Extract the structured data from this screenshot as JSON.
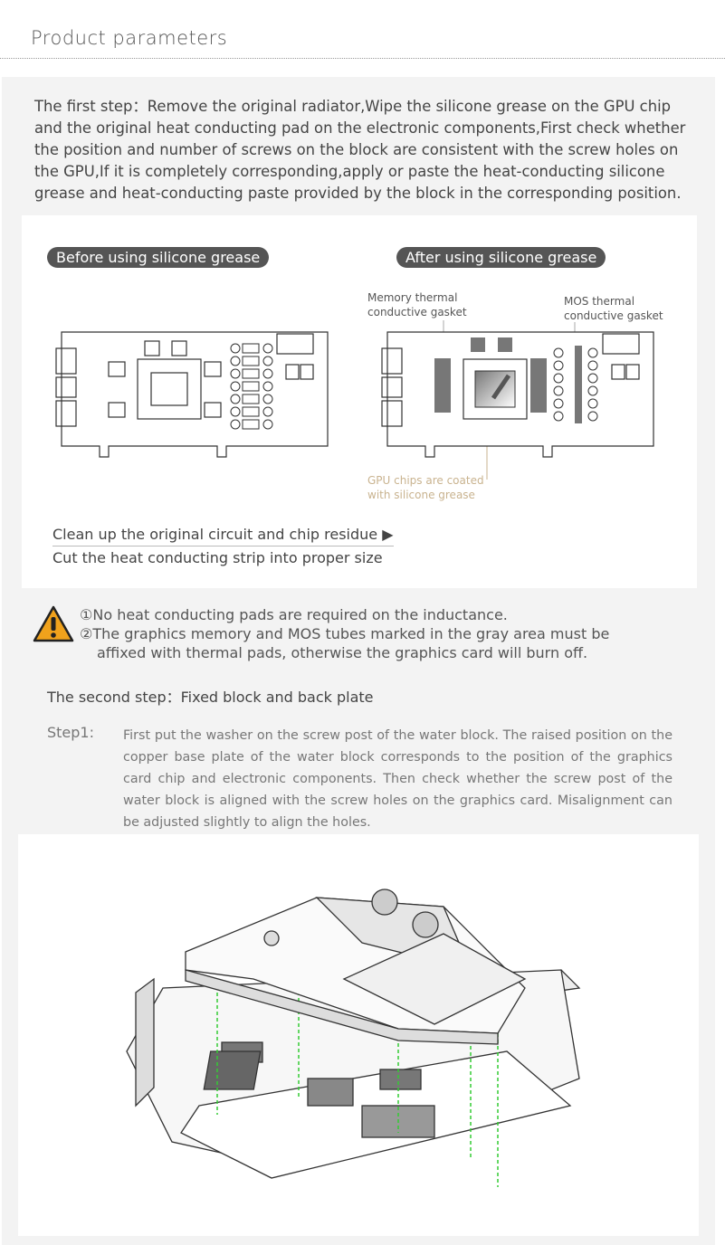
{
  "header": {
    "title": "Product parameters"
  },
  "step_one": {
    "text": "The first step：Remove the original radiator,Wipe the silicone grease on the GPU chip and the original heat conducting pad on the electronic components,First check whether the position and number of screws on the block are consistent with the screw holes on the GPU,If it is completely corresponding,apply or paste the heat-conducting silicone grease and heat-conducting paste provided by the block in the corresponding position.",
    "before_label": "Before using silicone grease",
    "after_label": "After using silicone grease",
    "memory_label": [
      "Memory thermal",
      "conductive gasket"
    ],
    "mos_label": [
      "MOS thermal",
      "conductive gasket"
    ],
    "gpu_label": [
      "GPU chips are coated",
      "with silicone grease"
    ],
    "clean_text": "Clean up the original circuit and chip residue",
    "cut_text": "Cut the heat conducting strip into proper size"
  },
  "warning": {
    "line1": "①No heat conducting pads are required on the inductance.",
    "line2": "②The graphics memory and MOS tubes marked in the gray area must be",
    "line3": "affixed with thermal pads, otherwise the graphics card will burn off."
  },
  "step_two": {
    "title": "The second step：Fixed block and back plate",
    "step1_label": "Step1:",
    "step1_text": "First put the washer on the screw post of the water block. The raised position on the copper base plate of the water block corresponds to the position of the graphics card chip and electronic components. Then check whether the screw post of the water block is aligned with the screw holes on the graphics card. Misalignment can be adjusted slightly to align the holes."
  },
  "colors": {
    "pill": "#555555",
    "warning": "#f0a21c",
    "gold": "#c9b38f",
    "panel": "#f3f3f3"
  }
}
